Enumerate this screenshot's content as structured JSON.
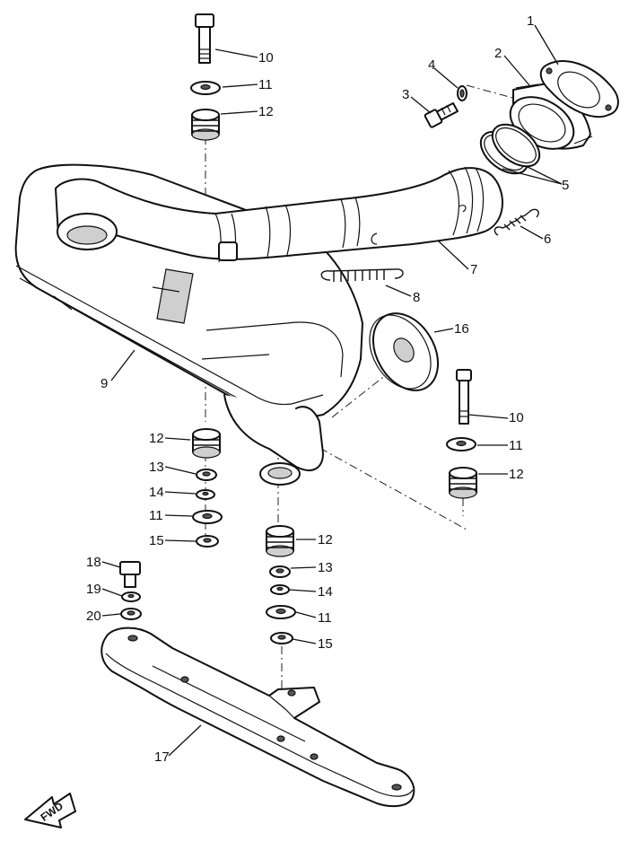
{
  "diagram": {
    "fwd_label": "FWD",
    "callouts": {
      "c1": "1",
      "c2": "2",
      "c3": "3",
      "c4": "4",
      "c5": "5",
      "c6": "6",
      "c7": "7",
      "c8": "8",
      "c9": "9",
      "c10a": "10",
      "c11a": "11",
      "c12a": "12",
      "c16": "16",
      "c10b": "10",
      "c11b": "11",
      "c12b": "12",
      "c12c": "12",
      "c13a": "13",
      "c14a": "14",
      "c11c": "11",
      "c15a": "15",
      "c12d": "12",
      "c13b": "13",
      "c14b": "14",
      "c11d": "11",
      "c15b": "15",
      "c18": "18",
      "c19": "19",
      "c20": "20",
      "c17": "17"
    }
  }
}
